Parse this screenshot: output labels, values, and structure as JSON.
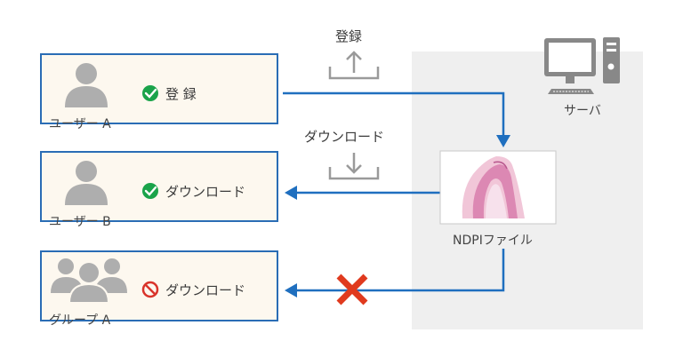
{
  "users": [
    {
      "name": "ユーザー A",
      "action": "登 録",
      "status": "ok"
    },
    {
      "name": "ユーザー B",
      "action": "ダウンロード",
      "status": "ok"
    },
    {
      "name": "グループ A",
      "action": "ダウンロード",
      "status": "denied"
    }
  ],
  "arrows": {
    "upload_label": "登録",
    "download_label": "ダウンロード"
  },
  "server": {
    "label": "サーバ"
  },
  "file": {
    "label": "NDPIファイル"
  },
  "colors": {
    "box_border": "#2a6db5",
    "box_fill": "#fdf8ef",
    "arrow": "#1f6fbf",
    "ok": "#1aa34a",
    "denied": "#d9342b",
    "cross": "#e03a1e",
    "icon_gray": "#aeaeae",
    "server_bg": "#efefef"
  }
}
